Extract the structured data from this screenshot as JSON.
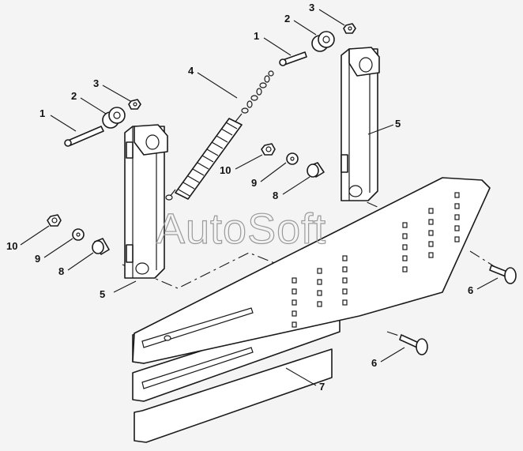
{
  "callouts": {
    "c1a": "1",
    "c2a": "2",
    "c3a": "3",
    "c1b": "1",
    "c2b": "2",
    "c3b": "3",
    "c4": "4",
    "c5a": "5",
    "c5b": "5",
    "c6a": "6",
    "c6b": "6",
    "c7": "7",
    "c8a": "8",
    "c8b": "8",
    "c9a": "9",
    "c9b": "9",
    "c10a": "10",
    "c10b": "10"
  },
  "watermark": "AutoSoft",
  "colors": {
    "line": "#1a1a1a",
    "background": "#f4f4f4",
    "watermark": "#9a9a9a"
  }
}
